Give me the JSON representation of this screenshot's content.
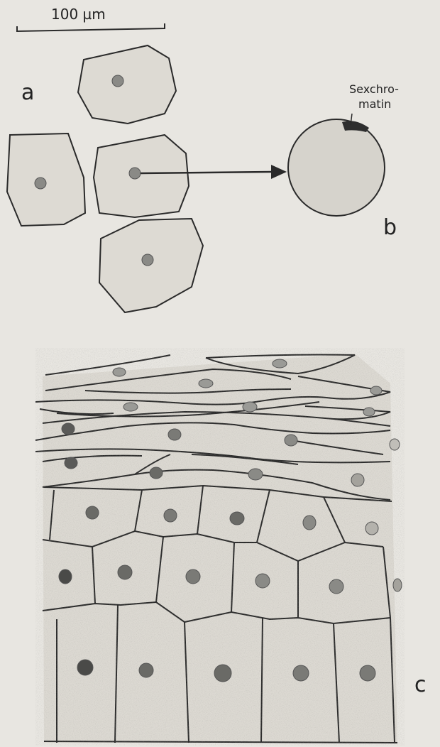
{
  "scale_bar": {
    "label": "100 µm"
  },
  "panel_labels": {
    "a": "a",
    "b": "b",
    "c": "c"
  },
  "sex_chromatin_label": {
    "line1": "Sexchro-",
    "line2": "matin"
  },
  "colors": {
    "paper": "#e8e6e1",
    "ink": "#2a2a2a",
    "cell_fill": "#dddad3",
    "nucleus": "#8a8a86",
    "barr_body": "#2e2e2e"
  }
}
